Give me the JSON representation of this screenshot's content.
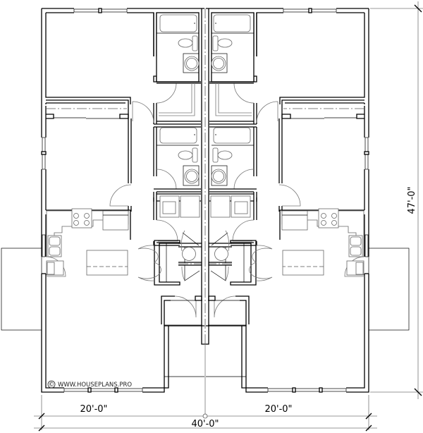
{
  "drawing": {
    "type": "duplex floor plan",
    "units": 2,
    "mirrored": true
  },
  "dimensions": {
    "left_unit_width": "20'-0\"",
    "right_unit_width": "20'-0\"",
    "overall_width": "40'-0\"",
    "overall_depth": "47'-0\""
  },
  "watermark": {
    "symbol": "©",
    "text": "WWW.HOUSEPLANS.PRO"
  },
  "legend_colors": {
    "walls": "#000000",
    "fixtures": "#666666",
    "background": "#ffffff"
  }
}
